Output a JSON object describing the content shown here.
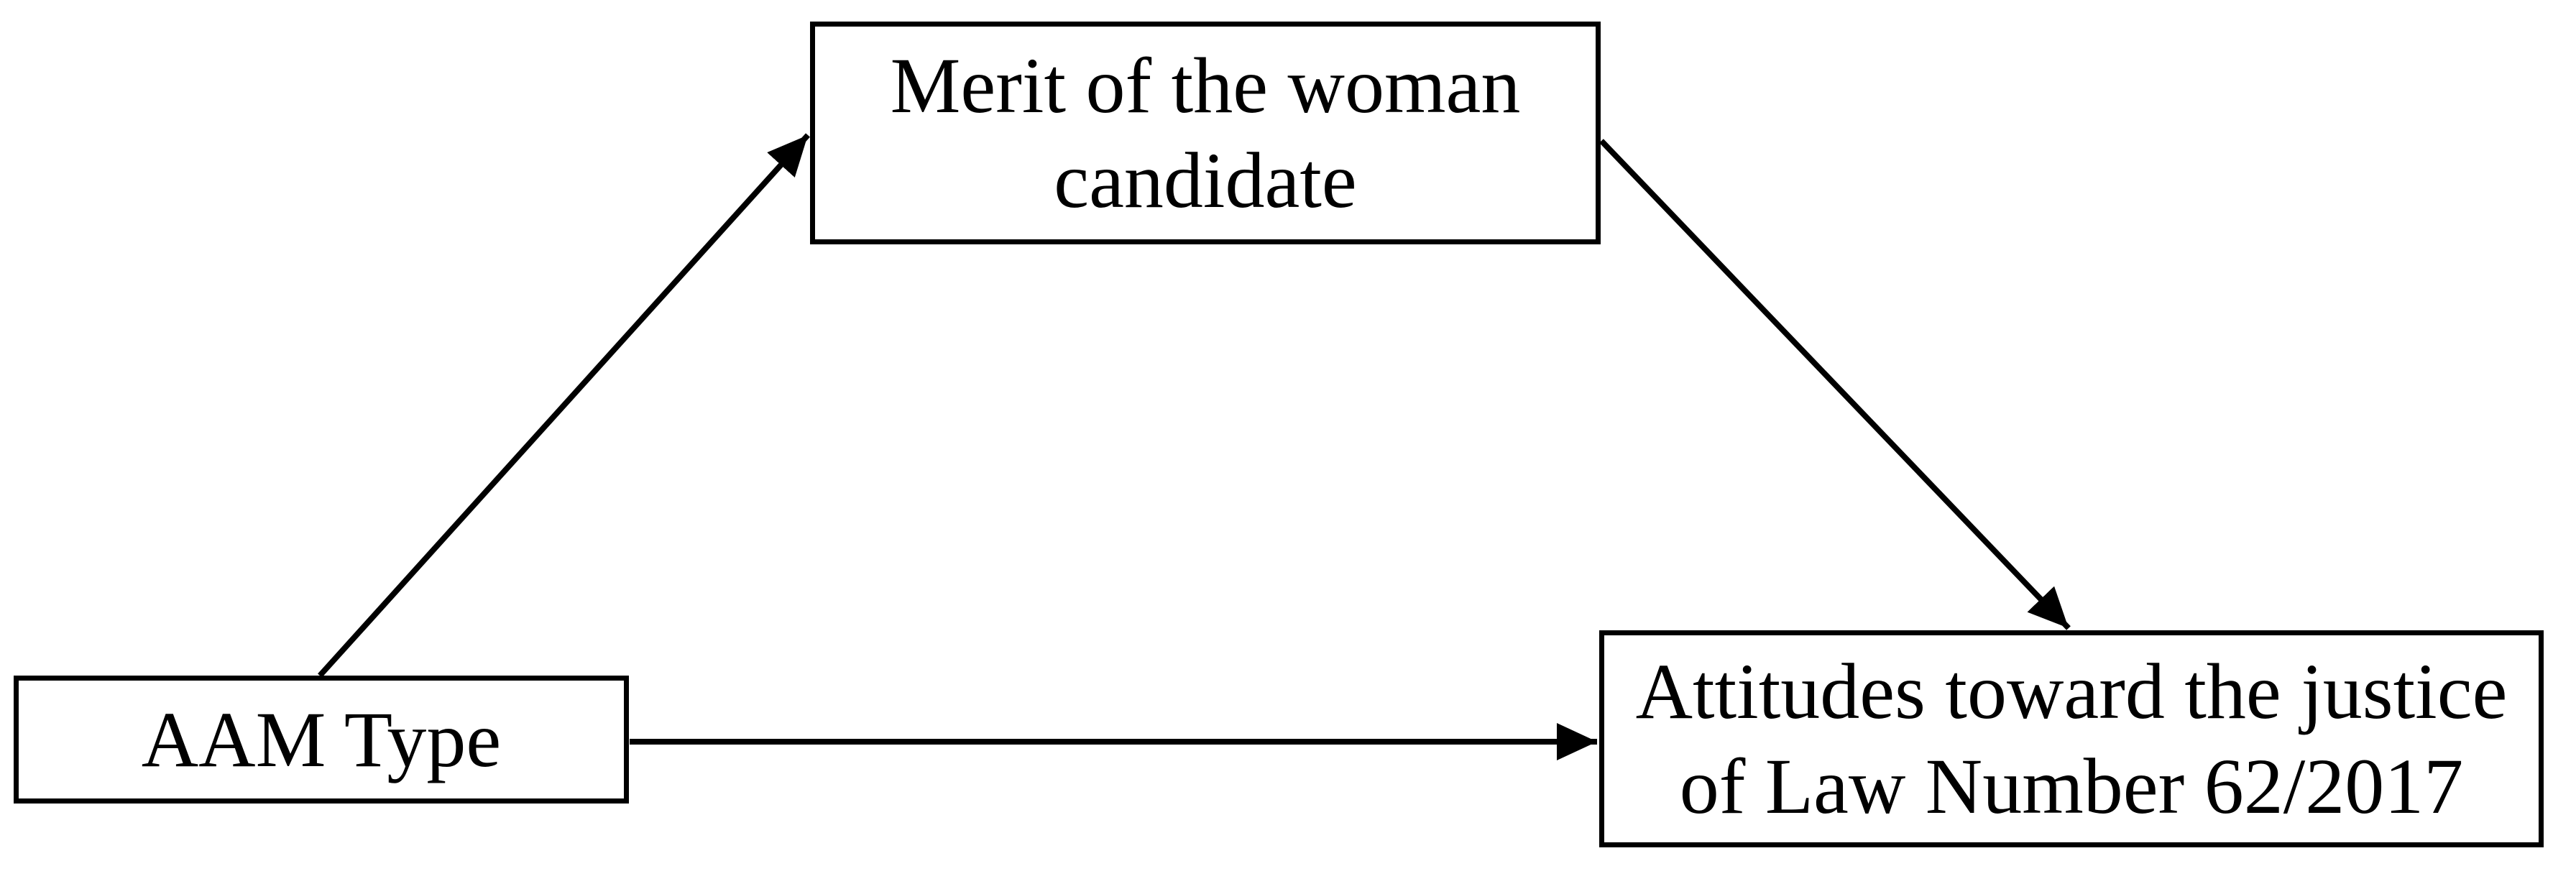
{
  "figure": {
    "background_color": "#ffffff",
    "line_color": "#000000",
    "nodes": {
      "aam": {
        "label": "AAM Type",
        "lines": [
          "AAM Type"
        ]
      },
      "merit": {
        "label": "Merit of the woman candidate",
        "lines": [
          "Merit of the woman",
          "candidate"
        ]
      },
      "attitudes": {
        "label": "Attitudes toward the justice of Law Number 62/2017",
        "lines": [
          "Attitudes toward the justice",
          "of Law Number 62/2017"
        ]
      }
    },
    "edges": [
      {
        "from": "AAM Type",
        "to": "Merit of the woman candidate",
        "style": "solid-arrow"
      },
      {
        "from": "Merit of the woman candidate",
        "to": "Attitudes toward the justice of Law Number 62/2017",
        "style": "solid-arrow"
      },
      {
        "from": "AAM Type",
        "to": "Attitudes toward the justice of Law Number 62/2017",
        "style": "solid-arrow"
      }
    ]
  }
}
